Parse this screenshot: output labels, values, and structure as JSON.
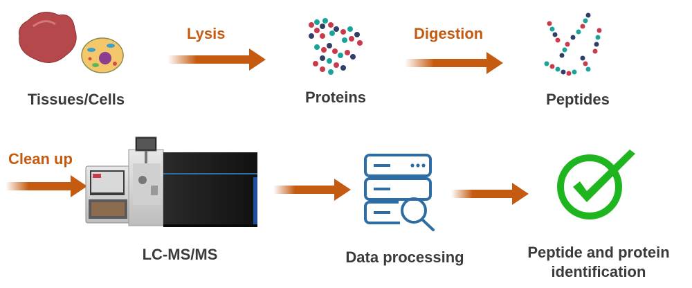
{
  "diagram": {
    "nodes": {
      "tissues": {
        "label": "Tissues/Cells",
        "icon": "tissue-cell-icon"
      },
      "proteins": {
        "label": "Proteins",
        "icon": "protein-cluster-icon"
      },
      "peptides": {
        "label": "Peptides",
        "icon": "peptide-chain-icon"
      },
      "lcms": {
        "label": "LC-MS/MS",
        "icon": "mass-spectrometer-icon"
      },
      "data": {
        "label": "Data processing",
        "icon": "server-search-icon"
      },
      "ident": {
        "label_line1": "Peptide and protein",
        "label_line2": "identification",
        "icon": "check-circle-icon"
      }
    },
    "steps": {
      "lysis": "Lysis",
      "digestion": "Digestion",
      "cleanup": "Clean up"
    },
    "colors": {
      "step_text": "#c55a11",
      "arrow": "#c55a11",
      "node_text": "#3a3a3a",
      "server_icon": "#2e6da4",
      "check": "#1fb51f"
    }
  }
}
